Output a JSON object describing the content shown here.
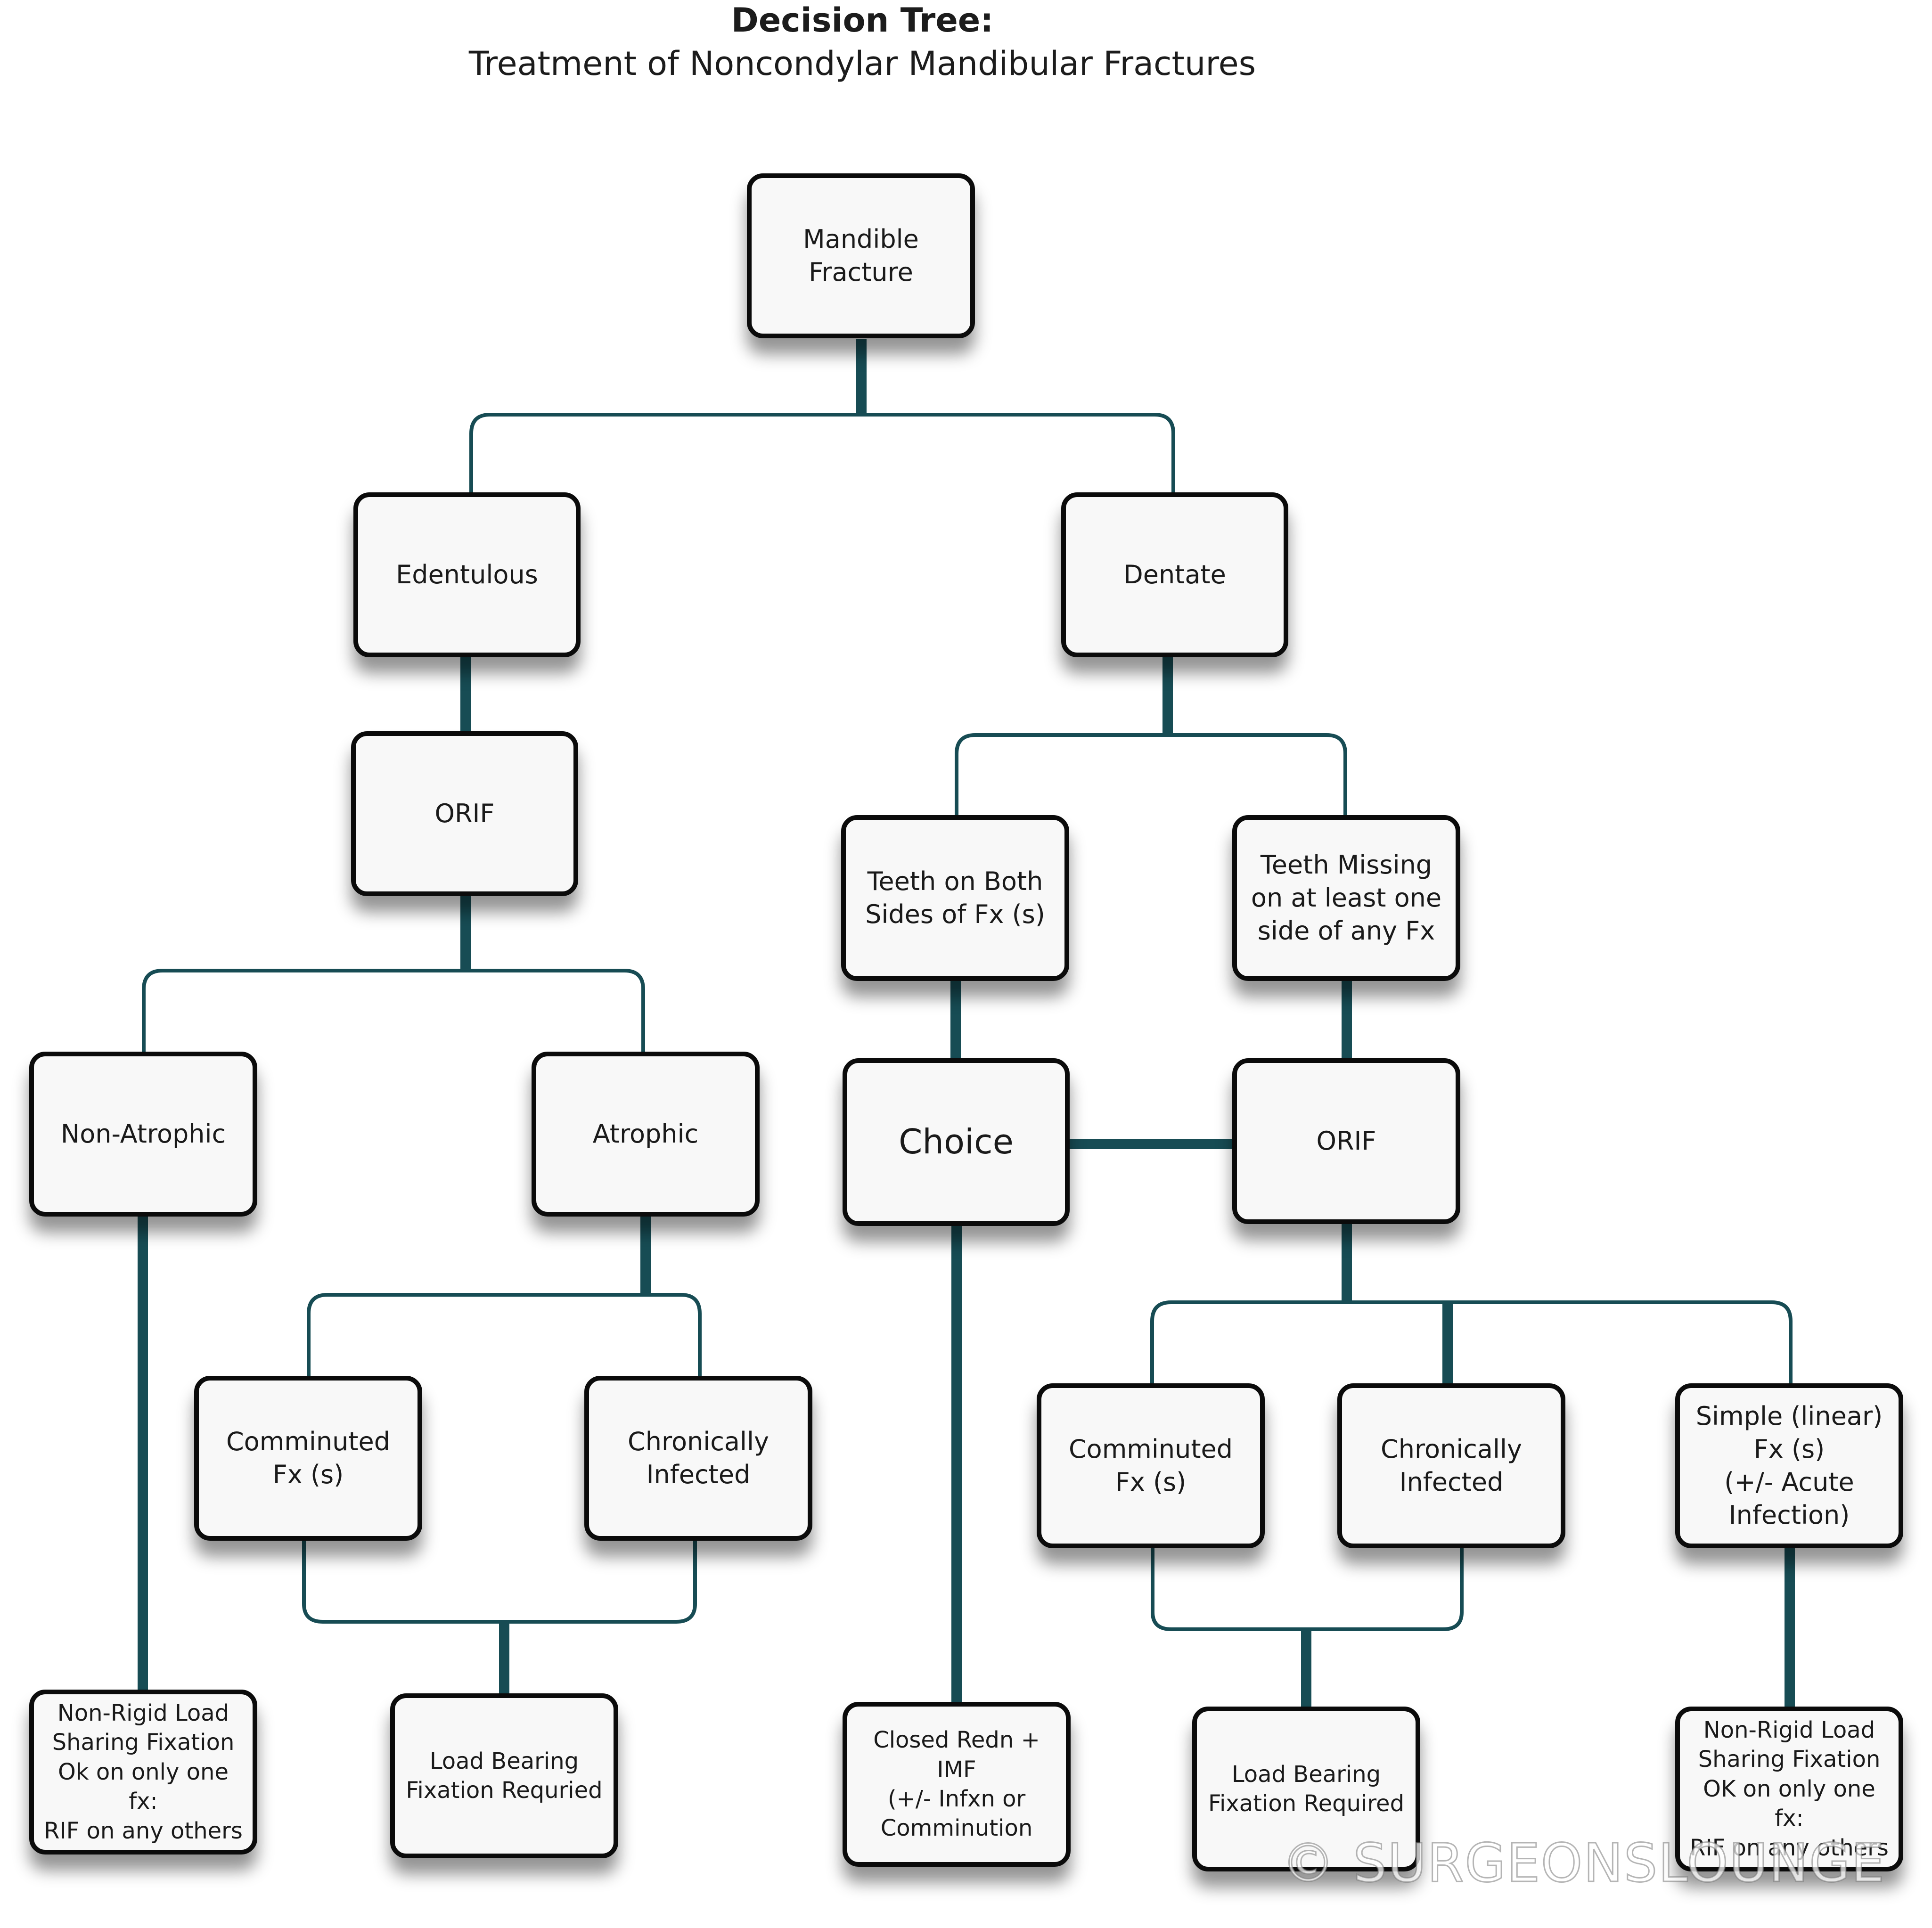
{
  "title": {
    "line1": "Decision Tree:",
    "line2": "Treatment of Noncondylar Mandibular Fractures"
  },
  "colors": {
    "connector": "#174c54",
    "node_border": "#0b0b0b",
    "node_fill": "#f8f8f8"
  },
  "nodes": {
    "mandible_fracture": "Mandible\nFracture",
    "edentulous": "Edentulous",
    "dentate": "Dentate",
    "orif_edentulous": "ORIF",
    "non_atrophic": "Non-Atrophic",
    "atrophic": "Atrophic",
    "teeth_both_sides": "Teeth on Both\nSides of Fx (s)",
    "teeth_missing": "Teeth Missing\non at least one\nside of any Fx",
    "choice": "Choice",
    "orif_dentate": "ORIF",
    "comminuted_atrophic": "Comminuted\nFx (s)",
    "infected_atrophic": "Chronically\nInfected",
    "comminuted_dentate": "Comminuted\nFx (s)",
    "infected_dentate": "Chronically\nInfected",
    "simple_linear": "Simple (linear)\nFx (s)\n(+/- Acute\nInfection)",
    "nonrigid_left": "Non-Rigid Load\nSharing Fixation\nOk on only one fx:\nRIF on any others",
    "load_bearing_left": "Load Bearing\nFixation Requried",
    "closed_redn": "Closed Redn + IMF\n(+/- Infxn or\nComminution",
    "load_bearing_right": "Load Bearing\nFixation Required",
    "nonrigid_right": "Non-Rigid Load\nSharing Fixation\nOK on only one fx:\nRIF on any others"
  },
  "watermark": "© SURGEONSLOUNGE"
}
